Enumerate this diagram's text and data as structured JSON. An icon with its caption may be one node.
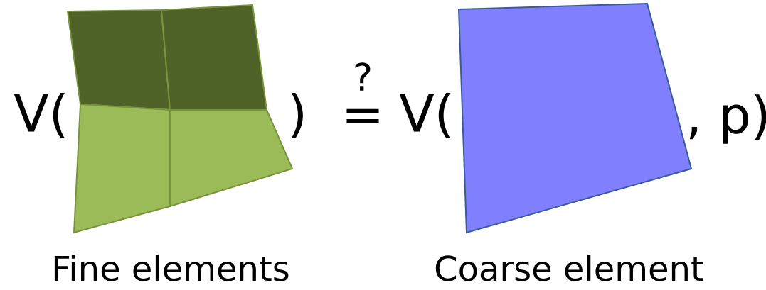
{
  "diagram": {
    "labels": [
      "V(",
      ")",
      "?",
      "=",
      "V(",
      ", p)",
      "Fine elements",
      "Coarse element"
    ]
  }
}
